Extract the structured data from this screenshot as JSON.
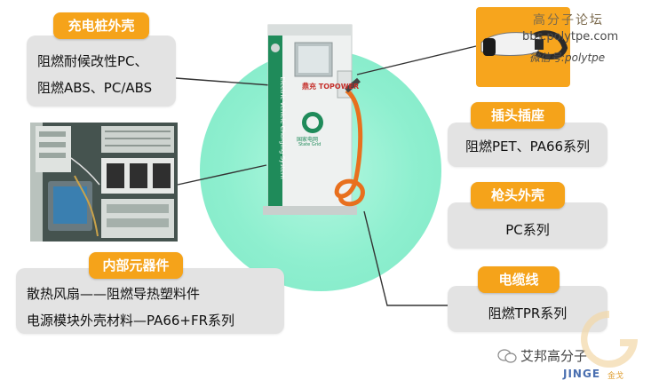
{
  "labels": {
    "charging_pile": {
      "tag": "充电桩外壳",
      "lines": [
        "阻燃耐候改性PC、",
        "阻燃ABS、PC/ABS"
      ]
    },
    "internal": {
      "tag": "内部元器件",
      "lines": [
        "散热风扇——阻燃导热塑料件",
        "电源模块外壳材料—PA66+FR系列"
      ]
    },
    "plug_socket": {
      "tag": "插头插座",
      "text": "阻燃PET、PA66系列"
    },
    "gun_shell": {
      "tag": "枪头外壳",
      "text": "PC系列"
    },
    "cable": {
      "tag": "电缆线",
      "text": "阻燃TPR系列"
    }
  },
  "station": {
    "brand": "鼎充 TOPOWER",
    "side_text": "Electric Vehicle Charging System",
    "grid_logo_text": "国家电网",
    "grid_logo_sub": "State Grid"
  },
  "watermark_top": {
    "line1": "高分子论坛",
    "line2": "bbs.polytpe.com",
    "line3": "微信号:polytpe"
  },
  "watermark_bottom": {
    "name": "艾邦高分子",
    "brand": "JINGE",
    "brand_cn": "金戈"
  },
  "colors": {
    "tag": "#f5a31a",
    "box": "#e3e3e3",
    "glow": "#8eefcf",
    "cable": "#e8701e",
    "station_green": "#1f8b5a"
  }
}
